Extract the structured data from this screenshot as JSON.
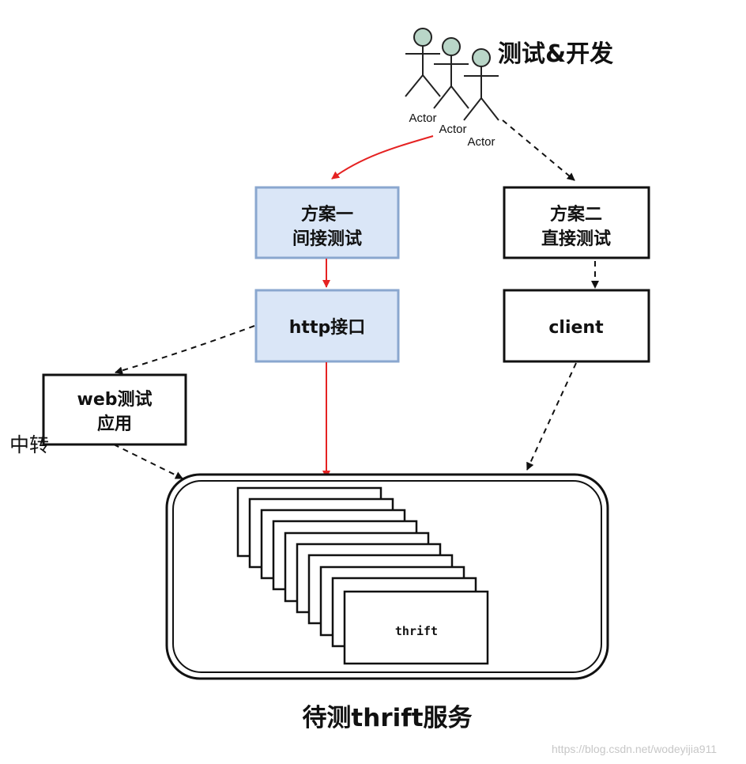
{
  "team_label": "测试&开发",
  "actors": [
    "Actor",
    "Actor",
    "Actor"
  ],
  "plan_one": {
    "line1": "方案一",
    "line2": "间接测试"
  },
  "plan_two": {
    "line1": "方案二",
    "line2": "直接测试"
  },
  "http_box": "http接口",
  "client_box": "client",
  "web_box": {
    "line1": "web测试",
    "line2": "应用"
  },
  "relay_label": "中转",
  "thrift_label": "thrift",
  "service_label": "待测thrift服务",
  "watermark": "https://blog.csdn.net/wodeyijia911",
  "colors": {
    "indirect_path": "#e52222",
    "direct_path": "#111111",
    "plan_fill": "#dae6f7",
    "plan_stroke": "#8aa7cf",
    "actor_head": "#b9d6c8"
  }
}
